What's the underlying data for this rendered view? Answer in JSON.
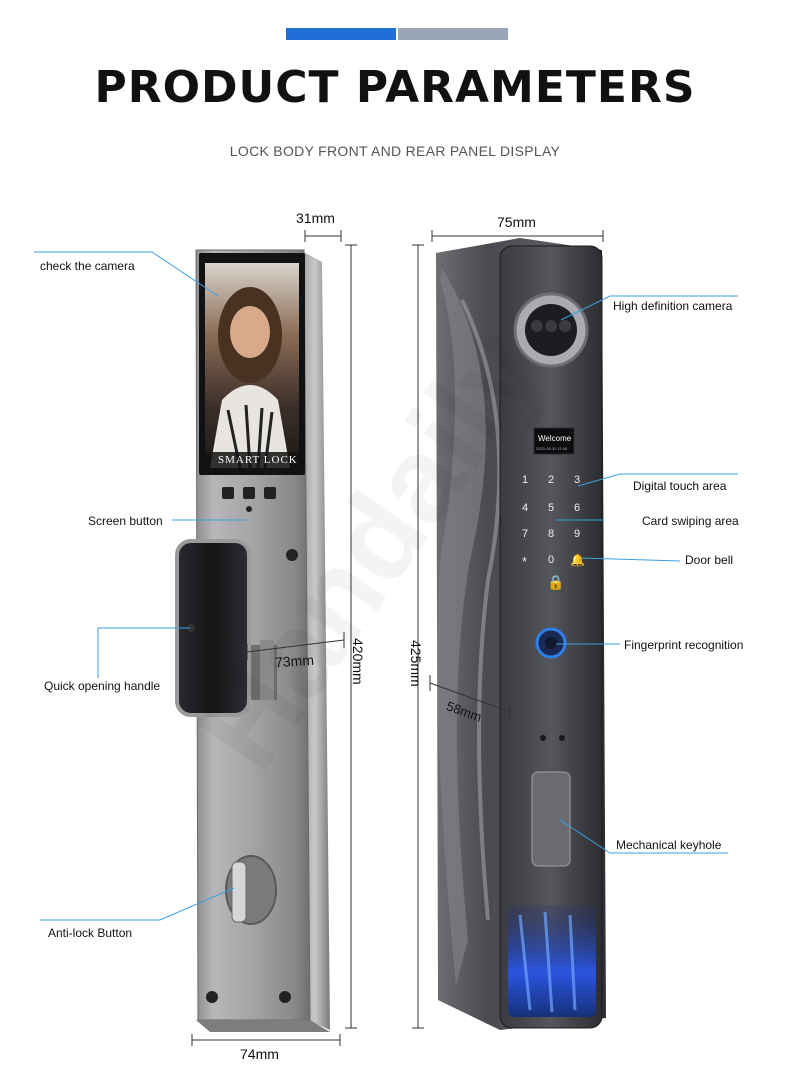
{
  "header": {
    "title": "PRODUCT PARAMETERS",
    "subtitle": "LOCK BODY FRONT AND REAR PANEL DISPLAY"
  },
  "front_panel": {
    "screen_caption": "SMART   LOCK",
    "dims": {
      "width_top": "31mm",
      "height": "420mm",
      "handle_depth": "73mm",
      "width_bottom": "74mm"
    },
    "callouts": {
      "camera": "check the camera",
      "screen_button": "Screen button",
      "handle": "Quick opening handle",
      "anti_lock": "Anti-lock Button"
    }
  },
  "rear_panel": {
    "display_text": "Welcome",
    "display_sub": "2025-05-30  11:56",
    "keys": [
      "1",
      "2",
      "3",
      "4",
      "5",
      "6",
      "7",
      "8",
      "9",
      "*",
      "0",
      "#"
    ],
    "dims": {
      "width_top": "75mm",
      "height": "425mm",
      "depth": "58mm"
    },
    "callouts": {
      "camera": "High definition camera",
      "touch": "Digital touch area",
      "card": "Card swiping area",
      "bell": "Door bell",
      "fingerprint": "Fingerprint recognition",
      "keyhole": "Mechanical keyhole"
    }
  },
  "watermark": "Handaily",
  "colors": {
    "accent_blue": "#1f6fd6",
    "accent_gray": "#9aa6b6",
    "callout_line": "#3aa0e0"
  }
}
